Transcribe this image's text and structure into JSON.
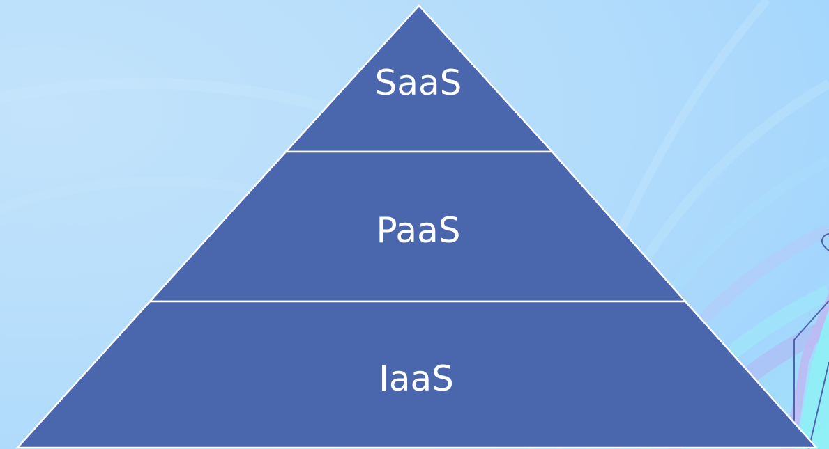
{
  "diagram": {
    "tiers": [
      {
        "label": "SaaS"
      },
      {
        "label": "PaaS"
      },
      {
        "label": "IaaS"
      }
    ]
  },
  "colors": {
    "background_light": "#bfe2fb",
    "background_mid": "#a9d6fb",
    "accent_cyan": "#8ff0f5",
    "accent_violet": "#b9b6f0",
    "pyramid_fill": "#4a66ad",
    "pyramid_stroke": "#ffffff",
    "label_color": "#ffffff",
    "decor_line": "#4c63b0"
  }
}
